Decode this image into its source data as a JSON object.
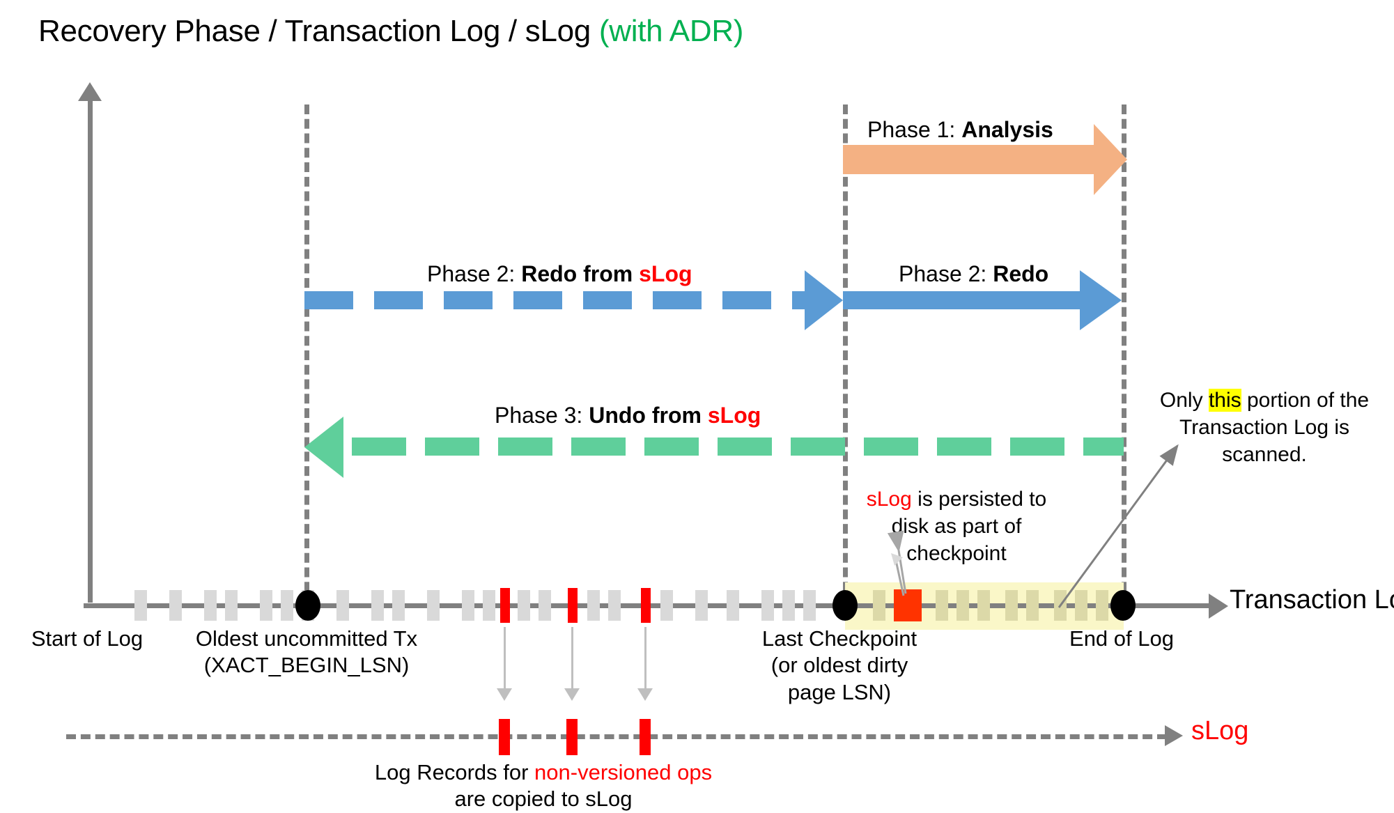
{
  "title": {
    "main": "Recovery Phase / Transaction Log / sLog ",
    "suffix": "(with ADR)"
  },
  "phases": [
    {
      "id": "analysis",
      "prefix": "Phase 1: ",
      "name": "Analysis",
      "style": "solid",
      "color": "#F4B183",
      "direction": "right"
    },
    {
      "id": "redo-from-slog",
      "prefix": "Phase 2: ",
      "name": "Redo from ",
      "highlight": "sLog",
      "style": "dashed",
      "color": "#5B9BD5",
      "direction": "right"
    },
    {
      "id": "redo",
      "prefix": "Phase 2: ",
      "name": "Redo",
      "style": "solid",
      "color": "#5B9BD5",
      "direction": "right"
    },
    {
      "id": "undo-from-slog",
      "prefix": "Phase 3: ",
      "name": "Undo from ",
      "highlight": "sLog",
      "style": "dashed",
      "color": "#5FCF9B",
      "direction": "left"
    }
  ],
  "timeline": {
    "axis_label": "Transaction Log",
    "markers": [
      {
        "id": "start-of-log",
        "label": "Start of Log",
        "sub": ""
      },
      {
        "id": "oldest-uncommitted-tx",
        "label": "Oldest uncommitted Tx",
        "sub": "(XACT_BEGIN_LSN)"
      },
      {
        "id": "last-checkpoint",
        "label": "Last Checkpoint",
        "sub": "(or oldest dirty page LSN)"
      },
      {
        "id": "end-of-log",
        "label": "End of Log",
        "sub": ""
      }
    ]
  },
  "slog": {
    "label": "sLog",
    "caption_prefix": "Log Records for ",
    "caption_highlight": "non-versioned ops",
    "caption_suffix": "",
    "caption_line2": "are copied to sLog"
  },
  "annotations": [
    {
      "id": "checkpoint-note",
      "line1_red": "sLog",
      "line1_rest": " is persisted to",
      "line2": "disk as part of",
      "line3": "checkpoint"
    },
    {
      "id": "scanned-portion-note",
      "line1_a": "Only ",
      "line1_hl": "this",
      "line1_b": " portion of the",
      "line2": "Transaction Log is scanned."
    }
  ],
  "colors": {
    "analysis": "#F4B183",
    "redo": "#5B9BD5",
    "undo": "#5FCF9B",
    "accent_red": "#FF0000",
    "adr_green": "#00B050",
    "highlight_yellow": "#FFFF00",
    "band_yellow": "#FAF7C8",
    "axis_gray": "#808080",
    "record_gray": "#D9D9D9",
    "checkpoint_orange": "#FF3300"
  }
}
